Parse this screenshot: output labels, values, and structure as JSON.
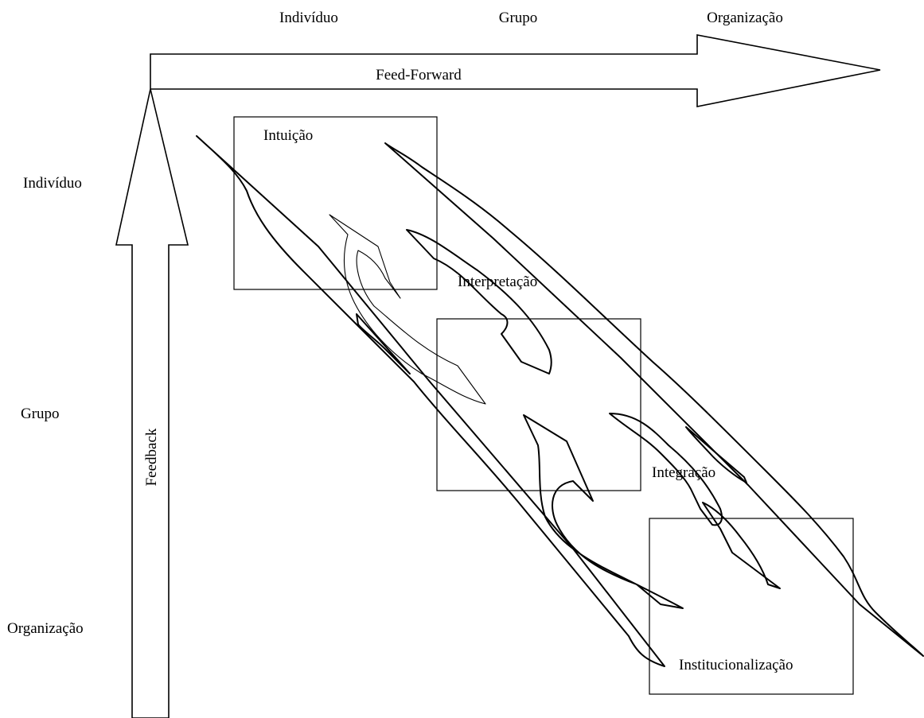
{
  "top_axis": {
    "labels": [
      "Indivíduo",
      "Grupo",
      "Organização"
    ]
  },
  "left_axis": {
    "labels": [
      "Indivíduo",
      "Grupo",
      "Organização"
    ]
  },
  "arrows": {
    "horizontal_label": "Feed-Forward",
    "vertical_label": "Feedback"
  },
  "processes": [
    {
      "label": "Intuição"
    },
    {
      "label": "Interpretação"
    },
    {
      "label": "Integração"
    },
    {
      "label": "Institucionalização"
    }
  ]
}
